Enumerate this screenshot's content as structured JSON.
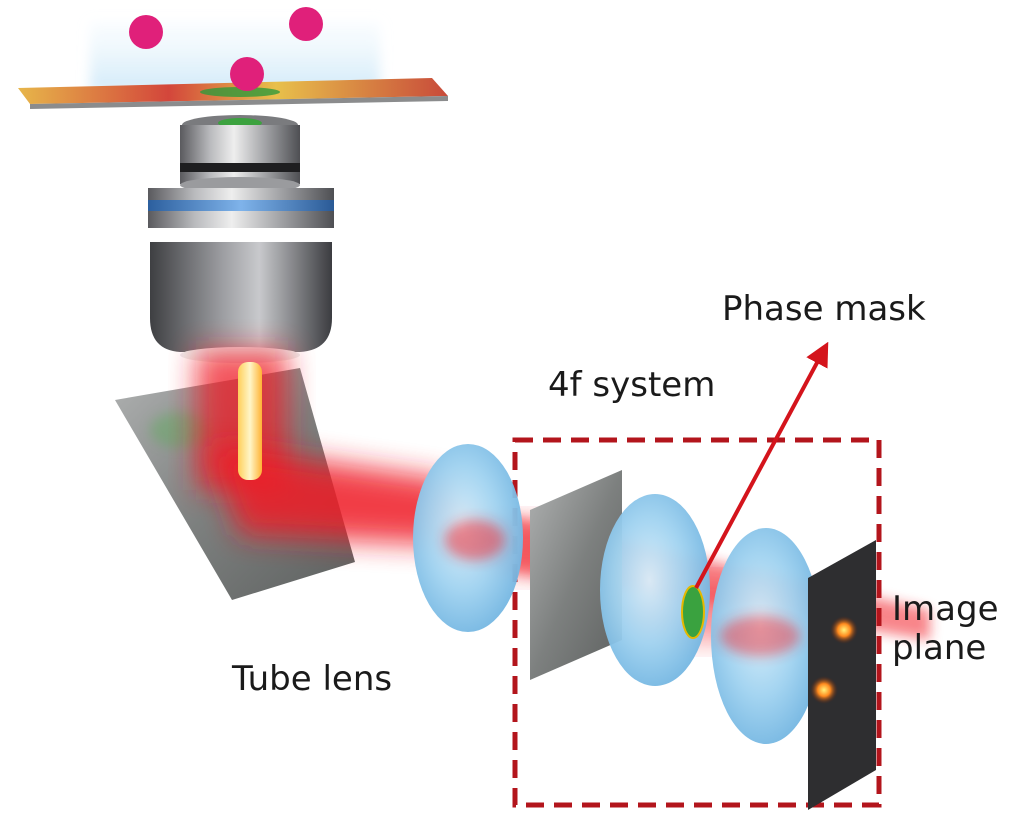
{
  "labels": {
    "phase_mask": "Phase mask",
    "four_f_system": "4f system",
    "tube_lens": "Tube lens",
    "image_plane_line1": "Image",
    "image_plane_line2": "plane"
  },
  "colors": {
    "beam": "#e8141e",
    "dashed_box": "#b3151c",
    "arrow": "#d4141c",
    "lens": "#8ec8ec",
    "fluorophore": "#e0207a",
    "objective_ring": "#4f8fd6"
  }
}
